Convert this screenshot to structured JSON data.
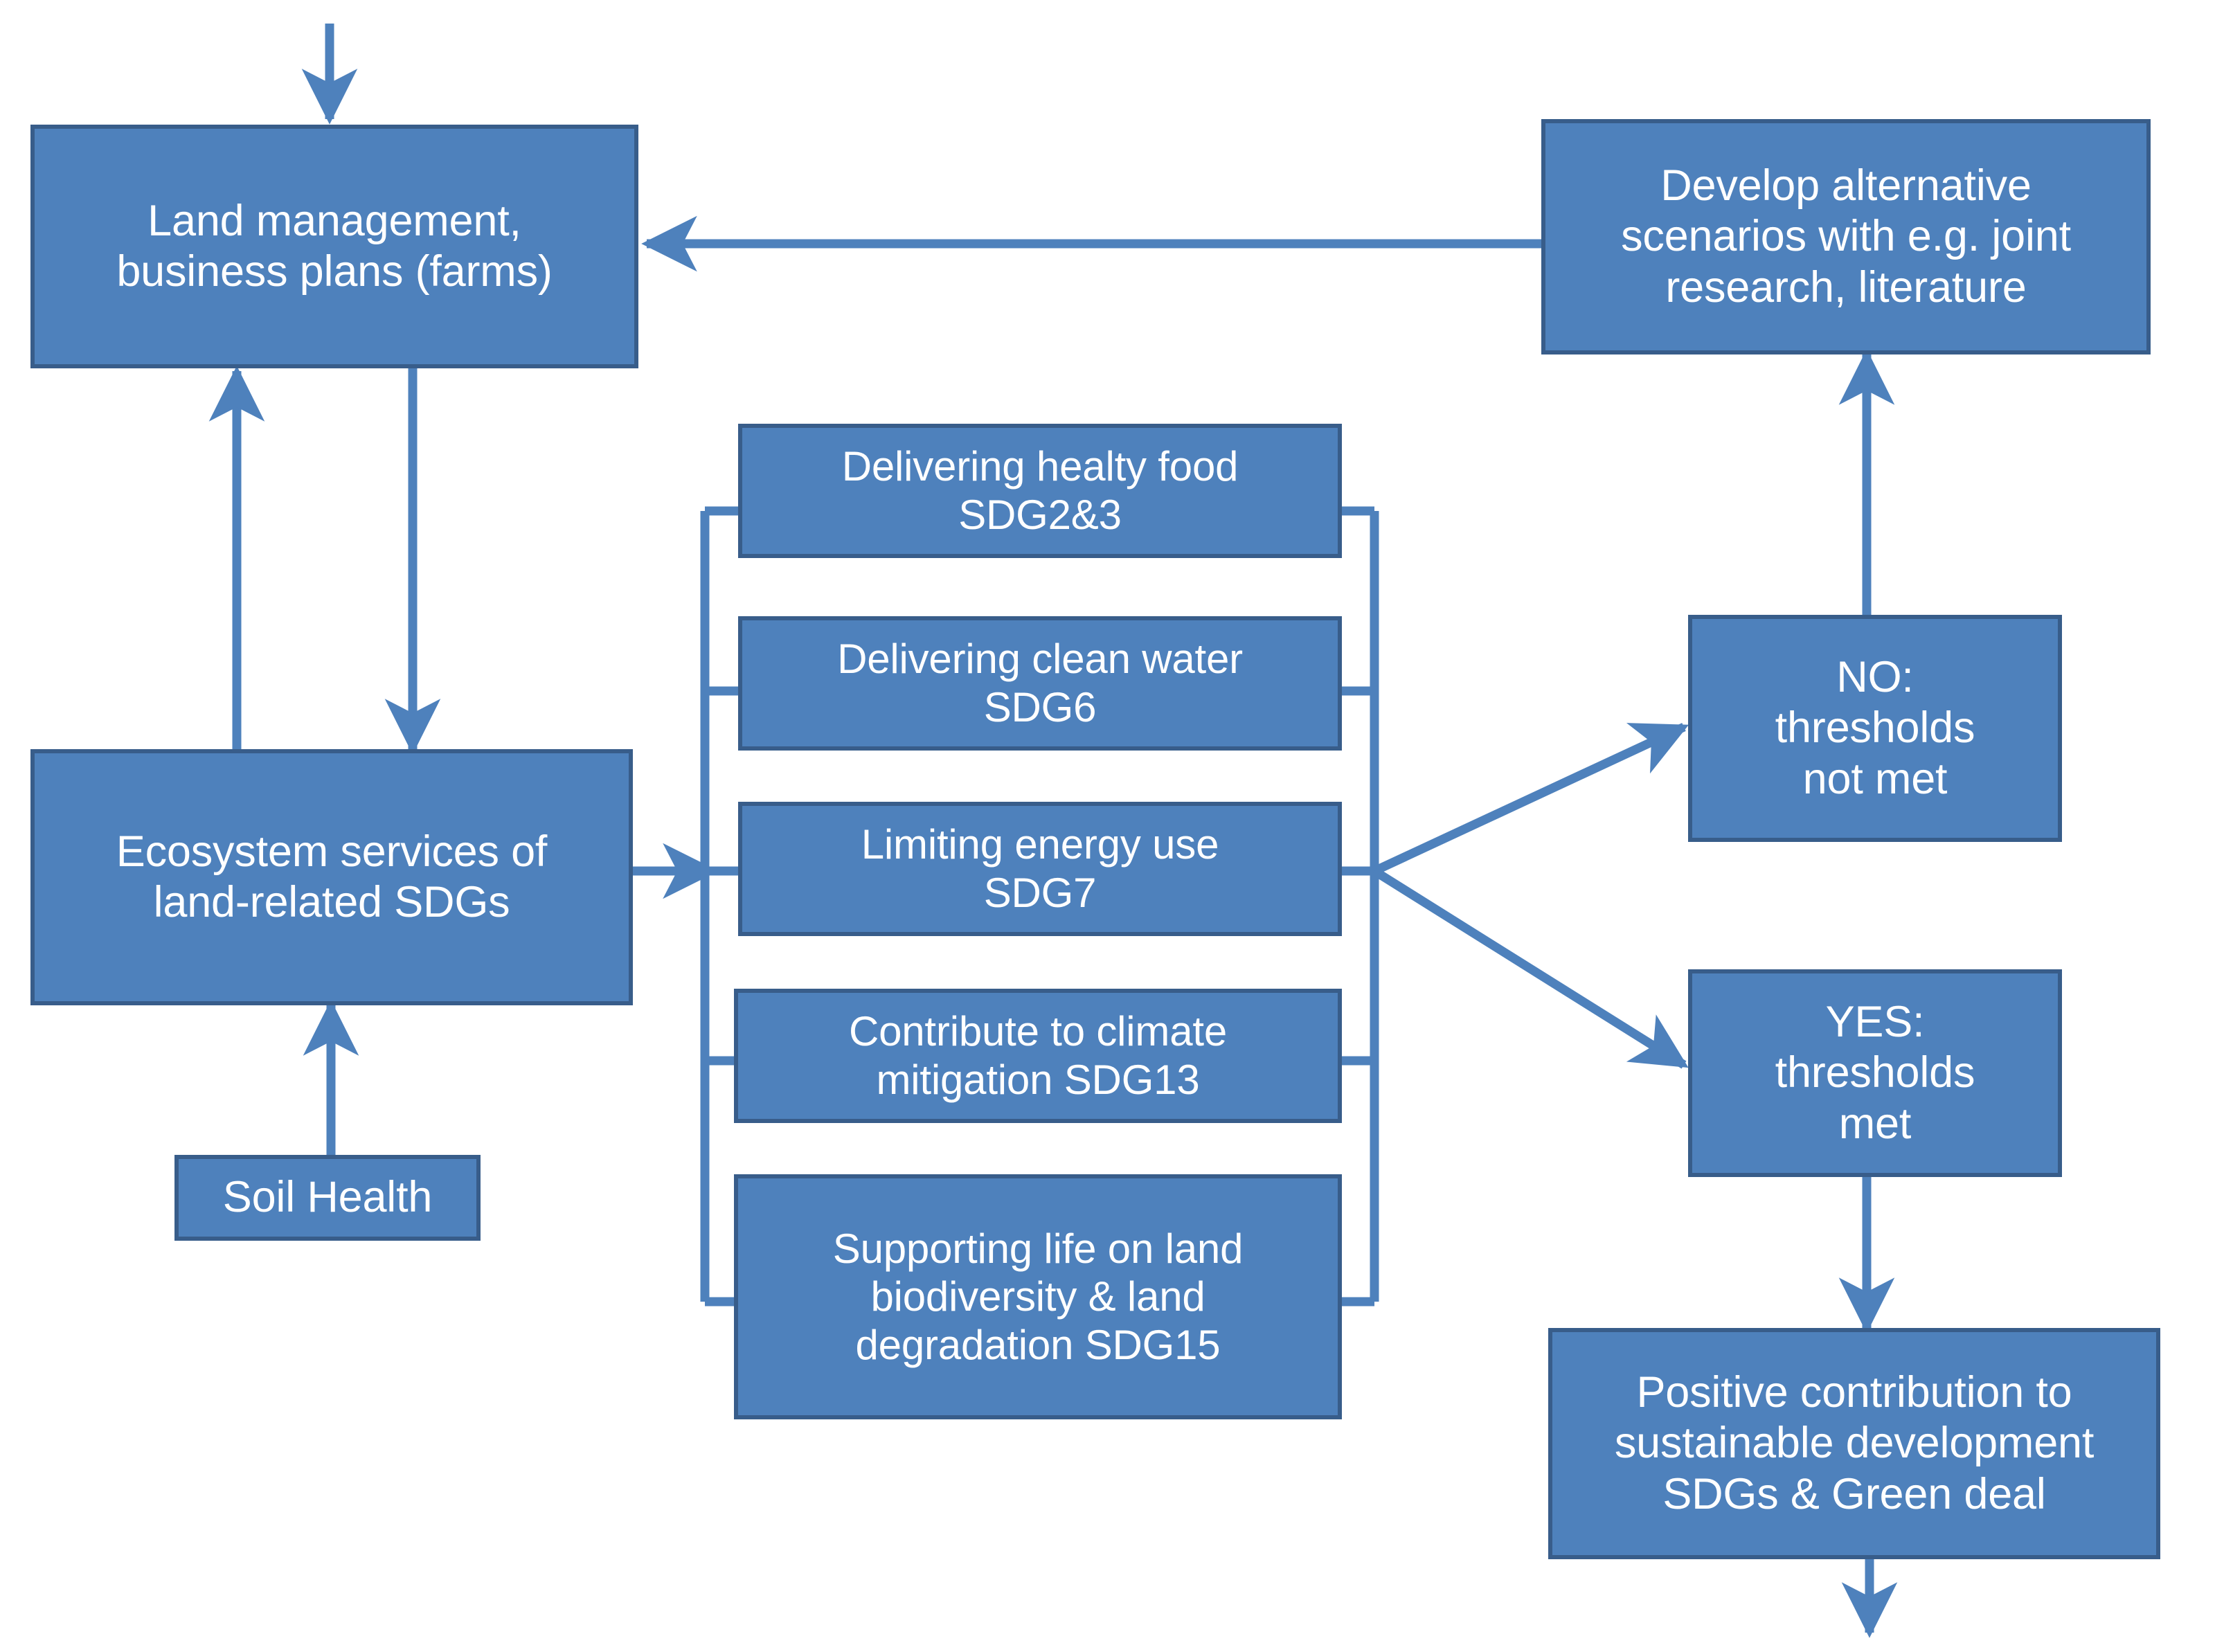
{
  "diagram": {
    "title": "Land management and SDG contribution flowchart",
    "colors": {
      "node_fill": "#4E81BC",
      "node_border": "#385D8A",
      "connector": "#4E81BC",
      "text": "#FFFFFF",
      "background": "#FFFFFF"
    },
    "nodes": [
      {
        "id": "land-management",
        "label": "Land management, business plans (farms)",
        "lines": [
          "Land management,",
          "business plans (farms)"
        ]
      },
      {
        "id": "develop-scenarios",
        "label": "Develop  alternative scenarios with e.g. joint research, literature",
        "lines": [
          "Develop  alternative",
          "scenarios with e.g. joint",
          "research, literature"
        ]
      },
      {
        "id": "ecosystem-services",
        "label": "Ecosystem services of land-related SDGs",
        "lines": [
          "Ecosystem services of",
          "land-related SDGs"
        ]
      },
      {
        "id": "soil-health",
        "label": "Soil Health",
        "lines": [
          "Soil Health"
        ]
      },
      {
        "id": "sdg-food",
        "label": "Delivering healty food SDG2&3",
        "lines": [
          "Delivering healty food",
          "SDG2&3"
        ]
      },
      {
        "id": "sdg-water",
        "label": "Delivering clean water SDG6",
        "lines": [
          "Delivering clean water",
          "SDG6"
        ]
      },
      {
        "id": "sdg-energy",
        "label": "Limiting energy use SDG7",
        "lines": [
          "Limiting energy use",
          "SDG7"
        ]
      },
      {
        "id": "sdg-climate",
        "label": "Contribute to climate mitigation SDG13",
        "lines": [
          "Contribute to climate",
          "mitigation SDG13"
        ]
      },
      {
        "id": "sdg-life-on-land",
        "label": "Supporting life on land biodiversity & land degradation SDG15",
        "lines": [
          "Supporting life on land",
          "biodiversity & land",
          "degradation SDG15"
        ]
      },
      {
        "id": "thresholds-not-met",
        "label": "NO: thresholds not met",
        "lines": [
          "NO:",
          "thresholds",
          "not met"
        ]
      },
      {
        "id": "thresholds-met",
        "label": "YES: thresholds met",
        "lines": [
          "YES:",
          "thresholds",
          "met"
        ]
      },
      {
        "id": "positive-contribution",
        "label": "Positive contribution to sustainable development SDGs & Green deal",
        "lines": [
          "Positive contribution to",
          "sustainable development",
          "SDGs & Green deal"
        ]
      }
    ],
    "edges": [
      {
        "id": "edge-external-to-land-management",
        "from": "external-input",
        "to": "land-management",
        "kind": "arrow-down"
      },
      {
        "id": "edge-develop-to-land-management",
        "from": "develop-scenarios",
        "to": "land-management",
        "kind": "arrow-left"
      },
      {
        "id": "edge-land-management-to-ecosystem",
        "from": "land-management",
        "to": "ecosystem-services",
        "kind": "arrow-down"
      },
      {
        "id": "edge-ecosystem-to-land-management",
        "from": "ecosystem-services",
        "to": "land-management",
        "kind": "arrow-up"
      },
      {
        "id": "edge-soil-health-to-ecosystem",
        "from": "soil-health",
        "to": "ecosystem-services",
        "kind": "arrow-up"
      },
      {
        "id": "edge-ecosystem-to-sdg-group",
        "from": "ecosystem-services",
        "to": "sdg-group",
        "kind": "arrow-right"
      },
      {
        "id": "edge-sdg-group-to-thresholds-not-met",
        "from": "sdg-group",
        "to": "thresholds-not-met",
        "kind": "arrow-diagonal-up"
      },
      {
        "id": "edge-sdg-group-to-thresholds-met",
        "from": "sdg-group",
        "to": "thresholds-met",
        "kind": "arrow-diagonal-down"
      },
      {
        "id": "edge-thresholds-not-met-to-develop",
        "from": "thresholds-not-met",
        "to": "develop-scenarios",
        "kind": "arrow-up"
      },
      {
        "id": "edge-thresholds-met-to-positive",
        "from": "thresholds-met",
        "to": "positive-contribution",
        "kind": "arrow-down"
      },
      {
        "id": "edge-positive-to-external",
        "from": "positive-contribution",
        "to": "external-output",
        "kind": "arrow-down"
      }
    ]
  }
}
